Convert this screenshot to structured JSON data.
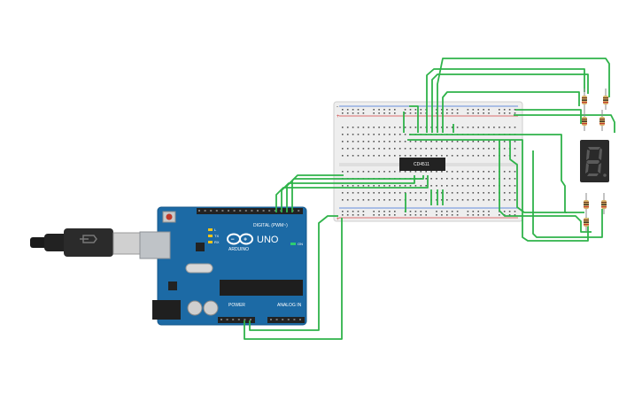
{
  "board": {
    "logo_text": "UNO",
    "brand_text": "ARDUINO",
    "digital_header_label": "DIGITAL (PWM~)",
    "power_label": "POWER",
    "analog_label": "ANALOG IN",
    "on_label": "ON",
    "tx_label": "TX",
    "rx_label": "RX",
    "l_label": "L"
  },
  "chip": {
    "part_label": "CD4511"
  },
  "breadboard": {
    "plus_label": "+",
    "minus_label": "-"
  },
  "colors": {
    "wire": "#2fb34a",
    "board": "#1c6aa5",
    "breadboard": "#eeeeee",
    "chip": "#222222",
    "display": "#2a2a2a",
    "rail_red": "#d64545",
    "rail_blue": "#3a6fd6"
  }
}
